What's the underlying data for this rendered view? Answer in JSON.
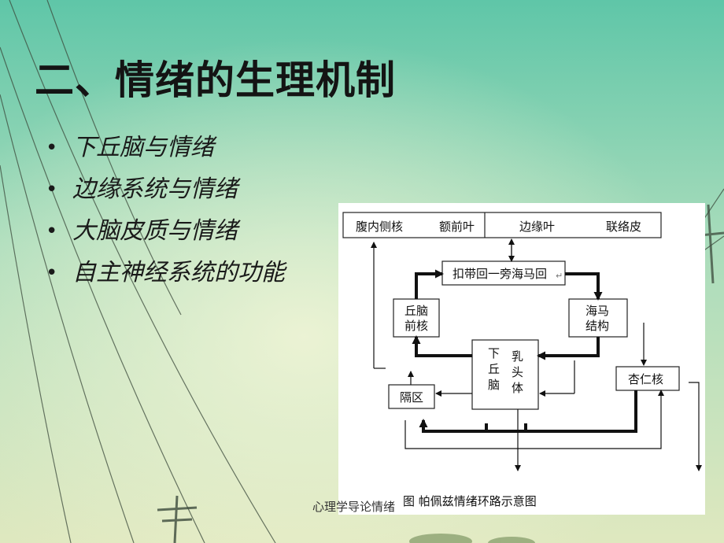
{
  "slide": {
    "title": "二、情绪的生理机制",
    "bullets": [
      "下丘脑与情绪",
      "边缘系统与情绪",
      "大脑皮质与情绪",
      "自主神经系统的功能"
    ],
    "footer": "心理学导论情绪",
    "bullet_symbol": "•"
  },
  "diagram": {
    "top_bar": [
      "腹内侧核",
      "额前叶",
      "边缘叶",
      "联络皮"
    ],
    "cingulate": "扣带回一旁海马回",
    "anterior_thalamus": [
      "丘脑",
      "前核"
    ],
    "hippocampus": [
      "海马",
      "结构"
    ],
    "hypothalamus": [
      "下",
      "丘",
      "脑"
    ],
    "mammillary": [
      "乳",
      "头",
      "体"
    ],
    "amygdala": "杏仁核",
    "septum": "隔区",
    "caption": "图   帕佩兹情绪环路示意图",
    "return_mark": "↵"
  },
  "colors": {
    "sky_top": "#62c7a7",
    "sky_mid": "#b8e1be",
    "sky_bottom": "#dce9c0",
    "text_dark": "#141414"
  }
}
